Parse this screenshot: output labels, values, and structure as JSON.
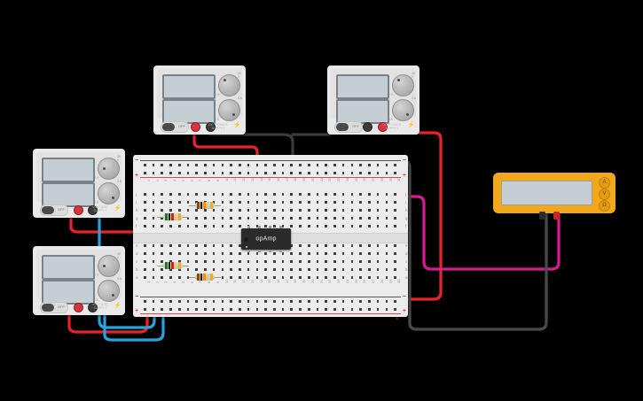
{
  "app": {
    "background": "#000000",
    "canvas_label": "circuit-workspace"
  },
  "breadboard": {
    "name": "Breadboard",
    "columns": 30,
    "column_labels": [
      "1",
      "2",
      "3",
      "4",
      "5",
      "6",
      "7",
      "8",
      "9",
      "10",
      "11",
      "12",
      "13",
      "14",
      "15",
      "16",
      "17",
      "18",
      "19",
      "20",
      "21",
      "22",
      "23",
      "24",
      "25",
      "26",
      "27",
      "28",
      "29",
      "30"
    ],
    "rows_top": [
      "j",
      "i",
      "h",
      "g",
      "f"
    ],
    "rows_bottom": [
      "e",
      "d",
      "c",
      "b",
      "a"
    ],
    "rail_plus": "+",
    "rail_minus": "−",
    "rail_positive_color": "#e0474c",
    "rail_negative_color": "#555555",
    "body_color": "#ececec"
  },
  "chip": {
    "label": "opAmp",
    "pins": 8,
    "body_color": "#2b2b2b"
  },
  "resistors": [
    {
      "id": "r1",
      "bands": [
        "#0a7a34",
        "#1a1a1a",
        "#d21f1f",
        "#d9b24a"
      ]
    },
    {
      "id": "r2",
      "bands": [
        "#7a4a20",
        "#1a1a1a",
        "#f08a1a",
        "#d9b24a"
      ]
    },
    {
      "id": "r3",
      "bands": [
        "#0a7a34",
        "#1a1a1a",
        "#d21f1f",
        "#d9b24a"
      ]
    },
    {
      "id": "r4",
      "bands": [
        "#7a4a20",
        "#1a1a1a",
        "#f08a1a",
        "#d9b24a"
      ]
    }
  ],
  "power_supplies": [
    {
      "id": "psu-top-left",
      "brand": "DC POWER SUPPLY",
      "toggle_label": "OFF",
      "terminal_positive": "+",
      "terminal_negative": "−"
    },
    {
      "id": "psu-top-right",
      "brand": "DC POWER SUPPLY",
      "toggle_label": "OFF",
      "terminal_positive": "+",
      "terminal_negative": "−"
    },
    {
      "id": "psu-mid-left",
      "brand": "VOLTAGE SUPPLY",
      "toggle_label": "OFF",
      "terminal_positive": "+",
      "terminal_negative": "−"
    },
    {
      "id": "psu-bottom-left",
      "brand": "VOLTAGE SUPPLY",
      "toggle_label": "OFF",
      "terminal_positive": "+",
      "terminal_negative": "−"
    }
  ],
  "knob_labels": {
    "max": "30 V",
    "min": "0 V",
    "max_a": "3 A",
    "min_a": "0 A"
  },
  "multimeter": {
    "name": "Multimeter",
    "display_value": "",
    "buttons": [
      "A",
      "V",
      "Ω"
    ],
    "body_color": "#f2a81d",
    "screen_color": "#c5ced2"
  },
  "wires": [
    {
      "id": "w-red-top",
      "color": "#e8232a"
    },
    {
      "id": "w-black-top",
      "color": "#3a3a3a"
    },
    {
      "id": "w-red-right",
      "color": "#e8232a"
    },
    {
      "id": "w-magenta",
      "color": "#d61c8e"
    },
    {
      "id": "w-black-right",
      "color": "#4a4a4a"
    },
    {
      "id": "w-orange-1",
      "color": "#f07c18"
    },
    {
      "id": "w-orange-2",
      "color": "#f07c18"
    },
    {
      "id": "w-yellow",
      "color": "#f5d019"
    },
    {
      "id": "w-red-left",
      "color": "#e8232a"
    },
    {
      "id": "w-blue-left",
      "color": "#2aa3dd"
    },
    {
      "id": "w-black-bb",
      "color": "#2b2b2b"
    }
  ]
}
